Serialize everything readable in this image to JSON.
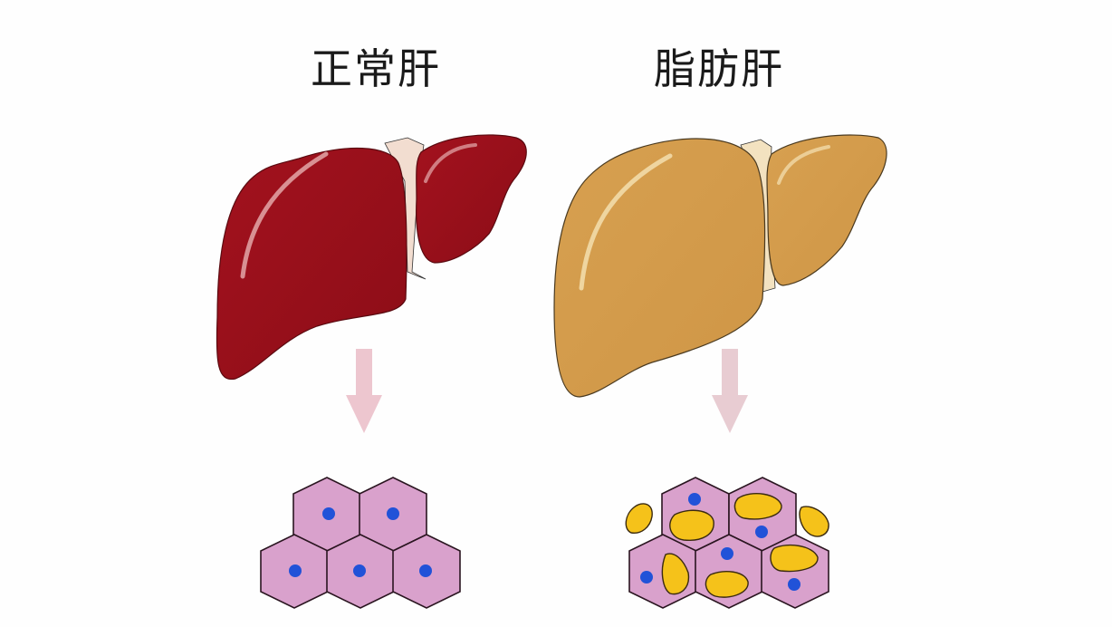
{
  "titles": {
    "normal": "正常肝",
    "fatty": "脂肪肝"
  },
  "panels": [
    {
      "id": "normal",
      "label": "正常肝",
      "liver_color": "#9b0f1a",
      "cells": 5,
      "cell_color": "#d9a1cc",
      "nucleus_color": "#2255dd",
      "fat_droplets": 0
    },
    {
      "id": "fatty",
      "label": "脂肪肝",
      "liver_color": "#d39b4a",
      "cells": 5,
      "cell_color": "#d9a1cc",
      "nucleus_color": "#2255dd",
      "fat_color": "#f5c21a",
      "fat_droplets": 7
    }
  ],
  "arrow_color": "#edc6cf"
}
